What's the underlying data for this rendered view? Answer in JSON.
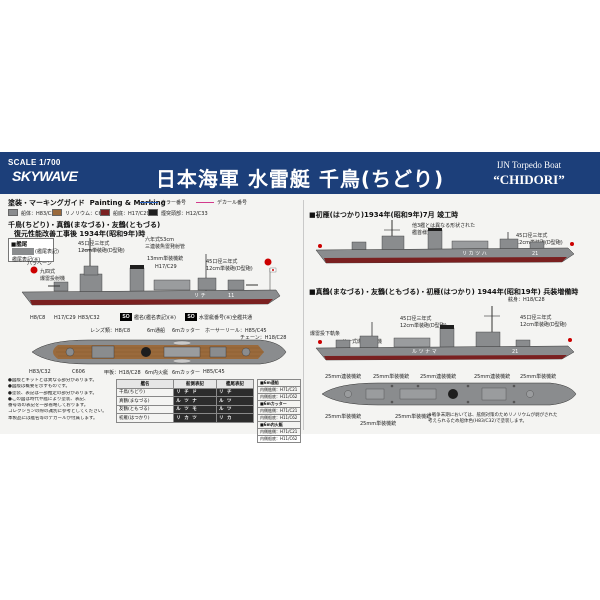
{
  "header": {
    "scale": "SCALE 1/700",
    "brand": "SKYWAVE",
    "title_jp": "日本海軍 水雷艇 千鳥(ちどり)",
    "subtitle_en": "IJN Torpedo Boat",
    "name_en": "“CHIDORI”"
  },
  "painting": {
    "title": "塗装・マーキングガイド",
    "title_en": "Painting & Marking",
    "color_code_legend": "カラー番号",
    "decal_code_legend": "デカール番号",
    "swatches": [
      {
        "label": "船体：H83/C32",
        "color": "#8a8c8e"
      },
      {
        "label": "リノリウム：C606",
        "color": "#9a6a3c"
      },
      {
        "label": "船底：H17/C29",
        "color": "#7a2020"
      },
      {
        "label": "煙突頭部：H12/C33",
        "color": "#1e1e1e"
      }
    ]
  },
  "left_section": {
    "title": "千鳥(ちどり)・真鶴(まなづる)・友鶴(ともづる)",
    "subtitle": "復元性能改善工事後 1934年(昭和9年)時"
  },
  "left_callouts": {
    "flag_box_title": "■艦尾",
    "flag_note1": "(艦尾表記)",
    "flag_note2": "艦尾表記(※)",
    "paravane": "パラベーン",
    "prop": "九四式\n爆雷投射機",
    "torpedo": "45口径三年式\n12cm単装砲(D型砲)",
    "tube": "六年式53cm\n三連装魚雷発射管",
    "mg": "13mm単装機銃",
    "gun_front": "45口径三年式\n12cm単装砲(D型砲)",
    "h17": "H17/C29",
    "h8": "H8/C8",
    "h17b": "H17/C29",
    "h83": "H83/C32",
    "reel": "ホーサーリール：H85/C45",
    "chain": "チェーン：H18/C28",
    "lens": "レンズ類：H8/C8",
    "cutter6": "6m通船",
    "cutter6b": "6mカッター",
    "boat": "6m内火艇",
    "bottom_h83": "H83/C32",
    "bottom_c606": "C606",
    "bottom_deck": "甲板：H18/C28",
    "bottom_cutter": "6m内火艇",
    "bottom_cutter2": "6mカッター",
    "bottom_h85": "H85/C45",
    "hull_text": "リ チ",
    "hull_num": "11",
    "so_a_label": "艦名(艦名表記)(※)",
    "so_b_label": "水雷艇番号(※)全艦共通"
  },
  "ship_table": {
    "headers": [
      "艦名",
      "舷側表記",
      "艦尾表記"
    ],
    "rows": [
      {
        "name": "千鳥(ちどり)",
        "side": "リ チ ド",
        "stern": "リ チ"
      },
      {
        "name": "真鶴(まなづる)",
        "side": "ル ツ ナ",
        "stern": "ル ツ"
      },
      {
        "name": "友鶴(ともづる)",
        "side": "ル ツ モ",
        "stern": "ル ツ"
      },
      {
        "name": "初雁(はつかり)",
        "side": "リ カ ツ",
        "stern": "リ カ"
      }
    ]
  },
  "boats_table": {
    "rows": [
      {
        "title": "■6m通船",
        "a": "内側舷側：H71/C21",
        "b": "内側船底：H11/C62"
      },
      {
        "title": "■6mカッター",
        "a": "内側舷側：H71/C21",
        "b": "内側船底：H11/C62"
      },
      {
        "title": "■6m内火艇",
        "a": "内側舷側：H71/C21",
        "b": "内側船底：H11/C62"
      }
    ]
  },
  "notes": [
    "●図版とキットとは異なる部分があります。",
    "●図版は概要を示すものです。",
    "●塗装、表記は一部推定の部分があります。",
    "●この図は時代や艦により塗装、表記、",
    "番号等の表記を一部省略しております。",
    "コレクションの際の識別に参考としてください。",
    "本製品には艦名等のデカールが付属します。"
  ],
  "right_top": {
    "title": "■初雁(はつかり)1934年(昭和9年)7月 竣工時",
    "note": "他3艦とは異なる形状された\n艦首様式",
    "gun": "45口径三年式\n12cm単装砲(D型砲)",
    "hull_text": "リ カ ツ ハ",
    "hull_num": "21"
  },
  "right_bottom": {
    "title": "■真鶴(まなづる)・友鶴(ともづる)・初雁(はつかり) 1944年(昭和19年) 兵装増備時",
    "mast": "舷身：H18/C28",
    "gun_a": "45口径三年式\n12cm単装砲(D型砲)",
    "gun_b": "45口径三年式\n12cm単装砲(D型砲)",
    "depth": "爆雷投下軌条",
    "sonar": "八一式爆雷投射機",
    "hull_text": "ル ツ ナ マ",
    "hull_num": "21",
    "plan_labels": [
      "25mm連装機銃",
      "25mm単装機銃",
      "25mm連装機銃",
      "25mm連装機銃",
      "25mm単装機銃"
    ],
    "plan_labels_low": [
      "25mm単装機銃",
      "25mm単装機銃",
      "25mm単装機銃"
    ],
    "footnote": "※戦争末期においては、舷側対策のためリノリウムが剥がされた\n考えられるため船体色(H83/C32)で塗装します。"
  }
}
